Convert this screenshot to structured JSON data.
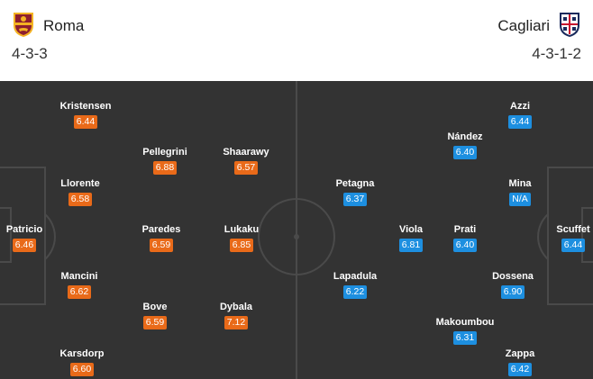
{
  "home": {
    "name": "Roma",
    "formation": "4-3-3",
    "crest_icon": "roma-crest-icon",
    "rating_color": "#e96a19",
    "players": [
      {
        "name": "Kristensen",
        "rating": "6.44"
      },
      {
        "name": "Pellegrini",
        "rating": "6.88"
      },
      {
        "name": "Shaarawy",
        "rating": "6.57"
      },
      {
        "name": "Llorente",
        "rating": "6.58"
      },
      {
        "name": "Patricio",
        "rating": "6.46"
      },
      {
        "name": "Paredes",
        "rating": "6.59"
      },
      {
        "name": "Lukaku",
        "rating": "6.85"
      },
      {
        "name": "Mancini",
        "rating": "6.62"
      },
      {
        "name": "Bove",
        "rating": "6.59"
      },
      {
        "name": "Dybala",
        "rating": "7.12"
      },
      {
        "name": "Karsdorp",
        "rating": "6.60"
      }
    ]
  },
  "away": {
    "name": "Cagliari",
    "formation": "4-3-1-2",
    "crest_icon": "cagliari-crest-icon",
    "rating_color": "#1d8fe0",
    "players": [
      {
        "name": "Azzi",
        "rating": "6.44"
      },
      {
        "name": "Nández",
        "rating": "6.40"
      },
      {
        "name": "Petagna",
        "rating": "6.37"
      },
      {
        "name": "Mina",
        "rating": "N/A"
      },
      {
        "name": "Viola",
        "rating": "6.81"
      },
      {
        "name": "Prati",
        "rating": "6.40"
      },
      {
        "name": "Scuffet",
        "rating": "6.44"
      },
      {
        "name": "Lapadula",
        "rating": "6.22"
      },
      {
        "name": "Dossena",
        "rating": "6.90"
      },
      {
        "name": "Makoumbou",
        "rating": "6.31"
      },
      {
        "name": "Zappa",
        "rating": "6.42"
      }
    ]
  },
  "pitch_color": "#333333"
}
